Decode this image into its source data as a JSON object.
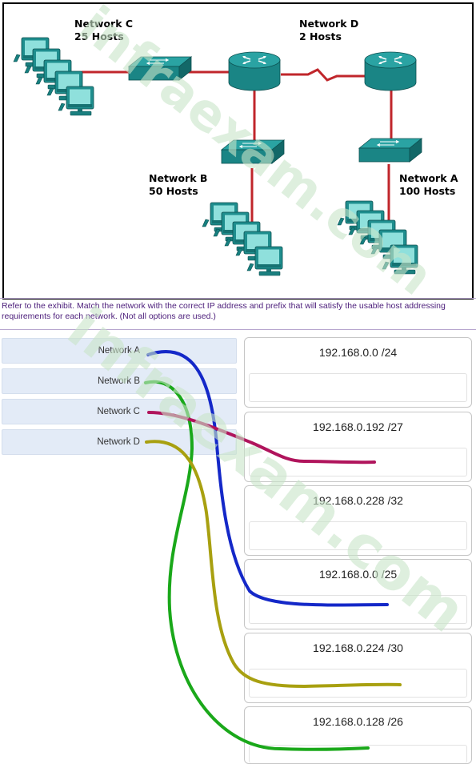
{
  "exhibit": {
    "networks": [
      {
        "name": "Network C",
        "hosts": "25 Hosts"
      },
      {
        "name": "Network D",
        "hosts": "2 Hosts"
      },
      {
        "name": "Network B",
        "hosts": "50 Hosts"
      },
      {
        "name": "Network A",
        "hosts": "100 Hosts"
      }
    ]
  },
  "question": {
    "text": "Refer to the exhibit. Match the network with the correct IP address and prefix that will satisfy the usable host addressing requirements for each network. (Not all options are used.)"
  },
  "networks": [
    "Network A",
    "Network B",
    "Network C",
    "Network D"
  ],
  "options": [
    "192.168.0.0 /24",
    "192.168.0.192 /27",
    "192.168.0.228 /32",
    "192.168.0.0 /25",
    "192.168.0.224 /30",
    "192.168.0.128 /26"
  ],
  "watermark": "infraexam.com",
  "colors": {
    "link": "#c0262b",
    "device": "#1f8e8e",
    "instruction_text": "#4b1d7a",
    "item_bg": "#e3ebf7",
    "line_network_a": "#1428c8",
    "line_network_b": "#1aa81a",
    "line_network_c": "#b0145c",
    "line_network_d": "#a8a010",
    "watermark": "#c8e4c8"
  },
  "icons": [
    "pc-icon",
    "switch-icon",
    "router-icon"
  ]
}
